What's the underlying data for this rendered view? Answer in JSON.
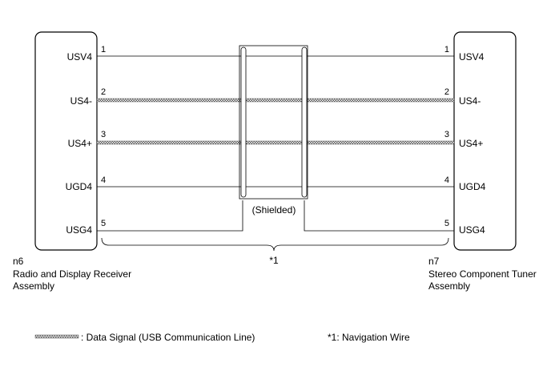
{
  "left_connector": {
    "code": "n6",
    "name_line1": "Radio and Display Receiver",
    "name_line2": "Assembly",
    "terminals": [
      "USV4",
      "US4-",
      "US4+",
      "UGD4",
      "USG4"
    ]
  },
  "right_connector": {
    "code": "n7",
    "name_line1": "Stereo Component Tuner",
    "name_line2": "Assembly",
    "terminals": [
      "USV4",
      "US4-",
      "US4+",
      "UGD4",
      "USG4"
    ]
  },
  "wires": [
    {
      "pin": "1",
      "type": "plain"
    },
    {
      "pin": "2",
      "type": "data"
    },
    {
      "pin": "3",
      "type": "data"
    },
    {
      "pin": "4",
      "type": "plain"
    },
    {
      "pin": "5",
      "type": "plain"
    }
  ],
  "shield_label": "(Shielded)",
  "harness_label": "*1",
  "legend": {
    "data_signal": ": Data Signal (USB Communication Line)",
    "note": "*1: Navigation Wire"
  }
}
